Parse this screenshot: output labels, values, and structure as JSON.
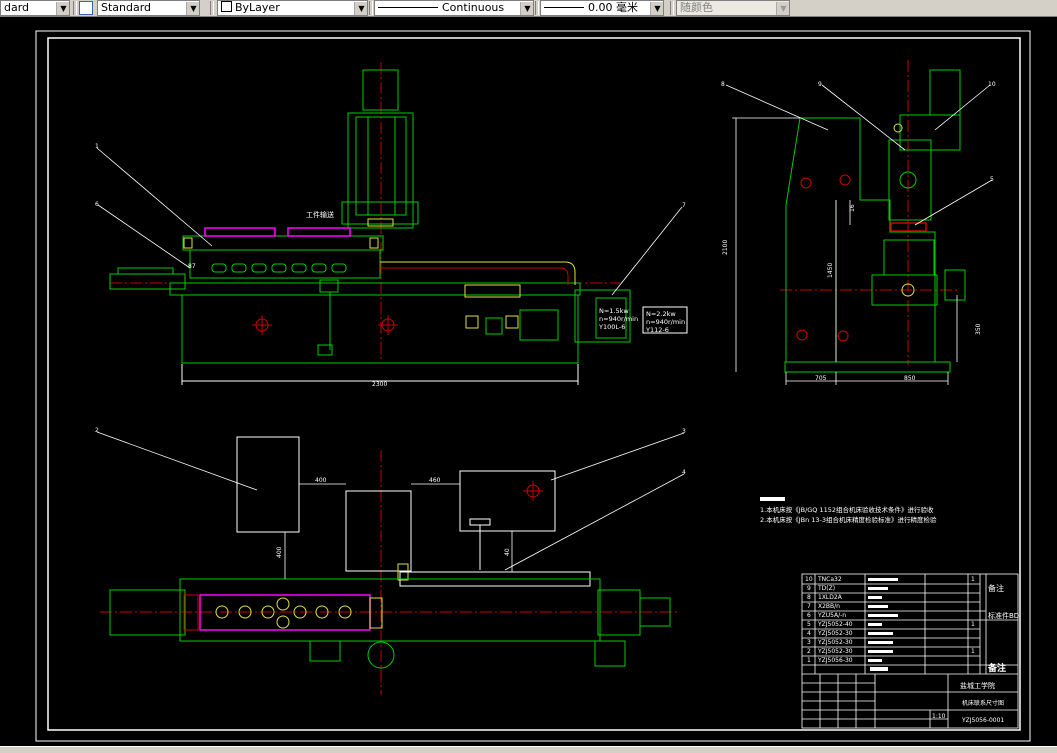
{
  "toolbar": {
    "text_style": "dard",
    "dim_style": "Standard",
    "layer": "ByLayer",
    "linetype": "Continuous",
    "lineweight": "0.00 毫米",
    "plotstyle": "随颜色"
  },
  "drawing": {
    "label_workpiece": "工件输送",
    "dim_2300": "2300",
    "dim_87": "87",
    "dim_2100": "2100",
    "dim_1450": "1450",
    "dim_16": "16",
    "dim_350": "350",
    "dim_705": "705",
    "dim_850": "850",
    "dim_400a": "400",
    "dim_460": "460",
    "dim_400b": "400",
    "dim_40": "40",
    "motor1": [
      "N=1.5kw",
      "n=940r/min",
      "Y100L-6"
    ],
    "motor2": [
      "N=2.2kw",
      "n=940r/min",
      "Y112-6"
    ],
    "callouts": [
      "1",
      "2",
      "3",
      "4",
      "5",
      "6",
      "7",
      "8",
      "9",
      "10"
    ],
    "notes": [
      "1.本机床按《JB/GQ  1152组合机床验收技术条件》进行验收",
      "2.本机床按《JBn 13-3组合机床精度检验标准》进行精度检验"
    ],
    "bom": [
      {
        "no": "10",
        "code": "TNCa32"
      },
      {
        "no": "9",
        "code": "TD(Z)"
      },
      {
        "no": "8",
        "code": "1XLD2A"
      },
      {
        "no": "7",
        "code": "X2BB/n"
      },
      {
        "no": "6",
        "code": "YZU5A/-n"
      },
      {
        "no": "5",
        "code": "YZJ5052-40"
      },
      {
        "no": "4",
        "code": "YZJ5052-30"
      },
      {
        "no": "3",
        "code": "YZJ5052-30"
      },
      {
        "no": "2",
        "code": "YZJ5052-30"
      },
      {
        "no": "1",
        "code": "YZJ5056-30"
      }
    ],
    "bom_qty": "1",
    "bom_remark": "备注",
    "bom_part": "标准件BD",
    "remark2": "备注",
    "title_school": "盐城工学院",
    "title_name": "机床联系尺寸图",
    "title_scale": "1:10",
    "title_code": "YZJ5056-0001"
  }
}
